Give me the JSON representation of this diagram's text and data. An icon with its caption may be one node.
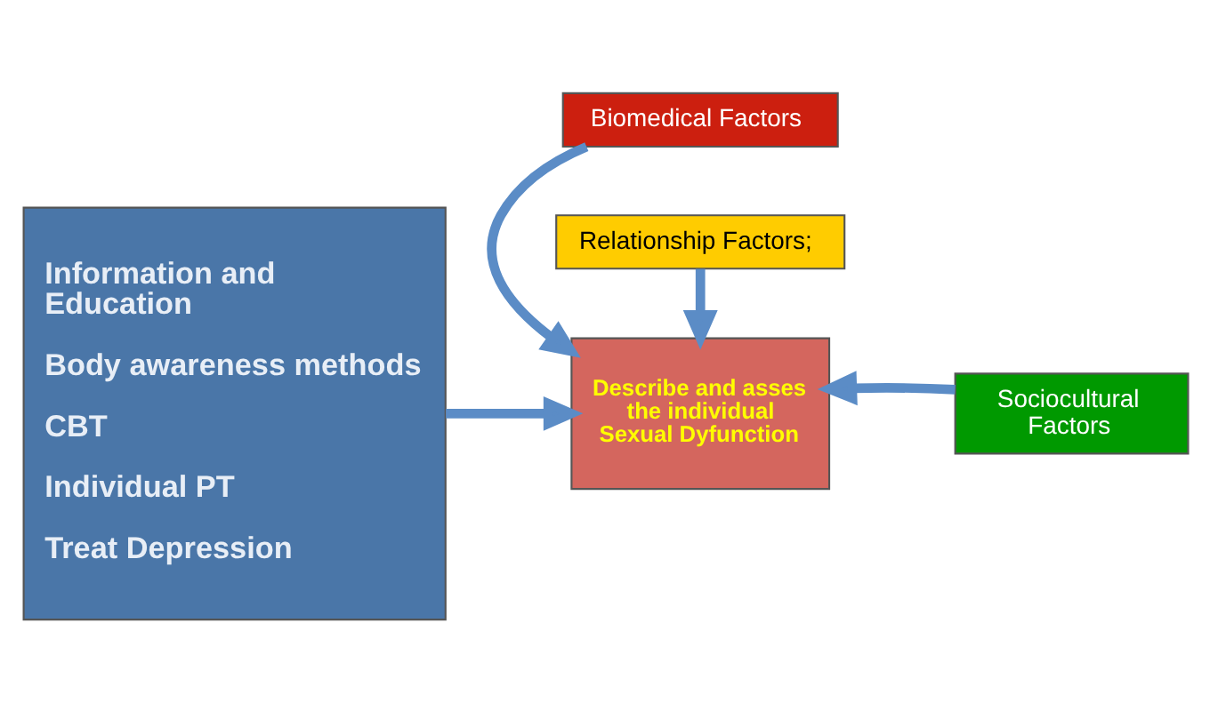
{
  "diagram": {
    "nodes": [
      {
        "text": [
          "Information and Education",
          "Body awareness methods",
          "CBT",
          "Individual PT",
          "Treat Depression"
        ]
      },
      {
        "text": [
          "Biomedical Factors"
        ]
      },
      {
        "text": [
          "Describe and asses the individual Sexual Dyfunction"
        ]
      },
      {
        "text": [
          "Sociocultural Factors"
        ]
      },
      {
        "text": [
          "Relationship Factors;"
        ]
      }
    ],
    "edges": [
      {
        "from": 1,
        "to": 2,
        "arrow": "to"
      },
      {
        "from": 0,
        "to": 2,
        "arrow": "to"
      },
      {
        "from": 3,
        "to": 2,
        "arrow": "to"
      },
      {
        "from": 4,
        "to": 2,
        "arrow": "to"
      }
    ]
  }
}
